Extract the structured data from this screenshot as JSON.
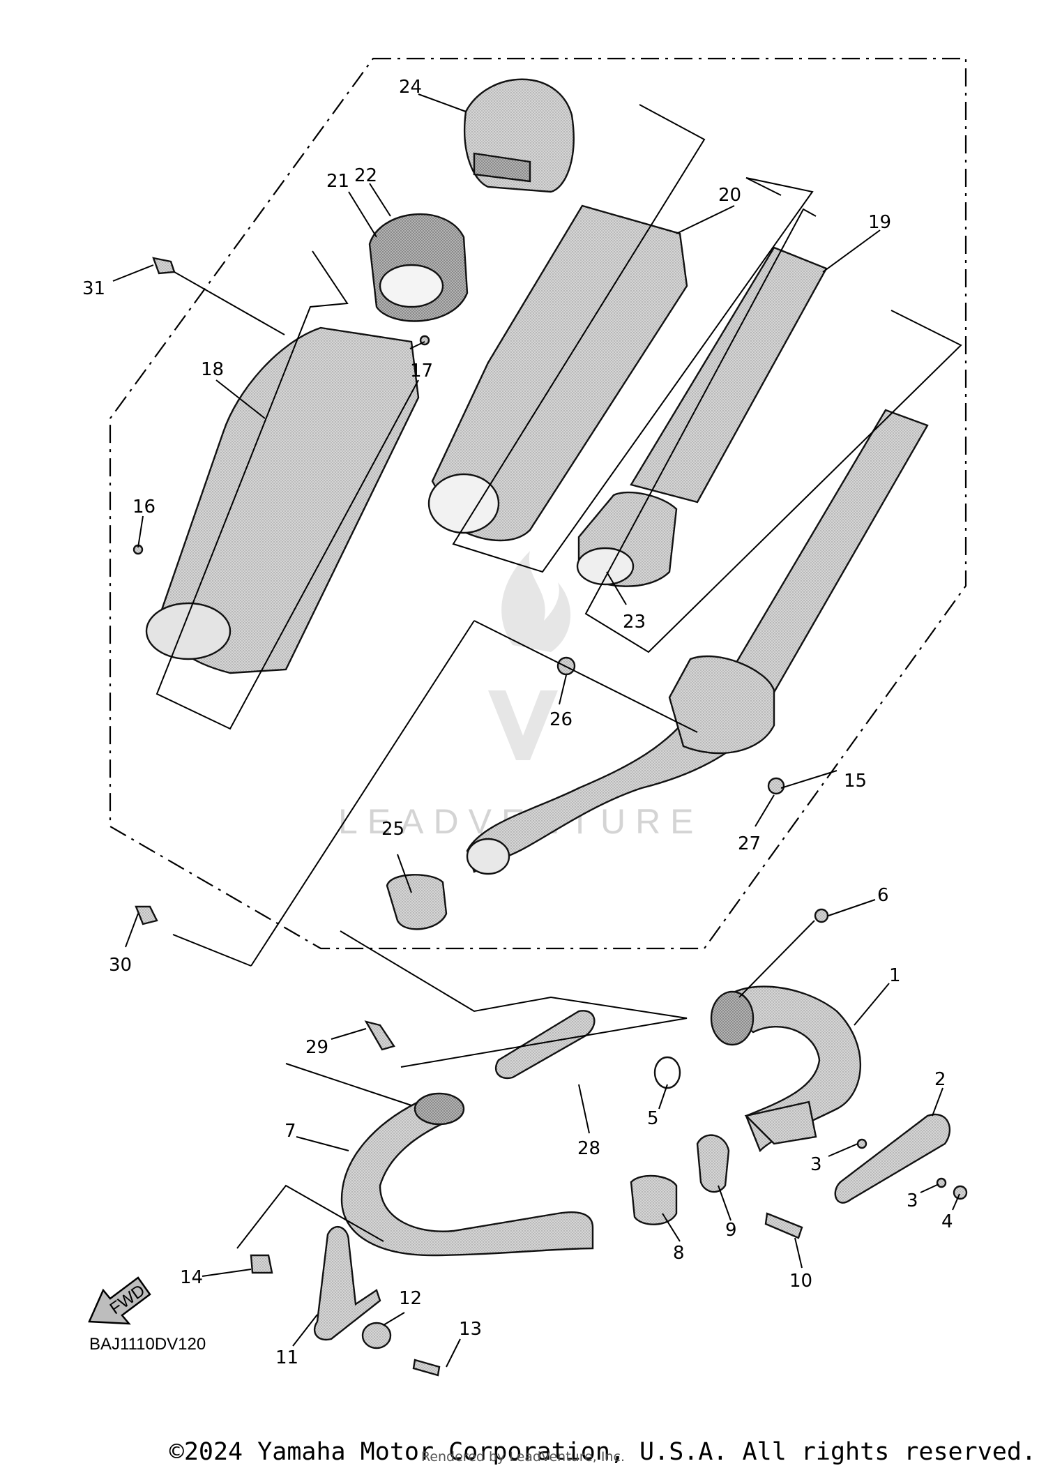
{
  "diagram": {
    "drawing_code": "BAJ1110DV120",
    "direction_label": "FWD",
    "watermark": "LEADVENTURE",
    "callouts": [
      "1",
      "2",
      "3",
      "3",
      "4",
      "5",
      "6",
      "7",
      "8",
      "9",
      "10",
      "11",
      "12",
      "13",
      "14",
      "15",
      "16",
      "17",
      "18",
      "19",
      "20",
      "21",
      "22",
      "23",
      "24",
      "25",
      "26",
      "27",
      "28",
      "29",
      "30",
      "31"
    ]
  },
  "footer": {
    "copyright": "©2024 Yamaha Motor Corporation, U.S.A. All rights reserved.",
    "rendered_by": "Rendered by LeadVenture, Inc."
  },
  "colors": {
    "part_fill": "#cfcfcf",
    "part_shade": "#a9a9a9",
    "line": "#000000"
  }
}
